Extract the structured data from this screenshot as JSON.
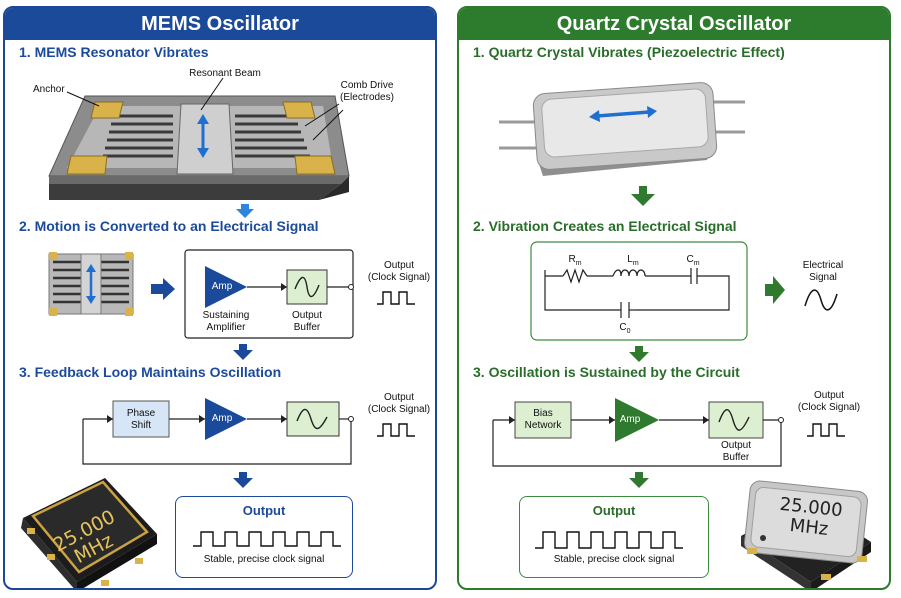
{
  "mems": {
    "title": "MEMS Oscillator",
    "step1": "1. MEMS Resonator Vibrates",
    "step2": "2. Motion is Converted to an Electrical Signal",
    "step3": "3. Feedback Loop Maintains Oscillation",
    "labels": {
      "anchor": "Anchor",
      "resonant_beam": "Resonant Beam",
      "comb_drive": "Comb Drive",
      "electrodes": "(Electrodes)",
      "amp": "Amp",
      "sustaining": "Sustaining",
      "amplifier": "Amplifier",
      "output": "Output",
      "buffer": "Buffer",
      "output_head": "Output",
      "clock_signal": "(Clock Signal)",
      "phase": "Phase",
      "shift": "Shift",
      "output3": "Output",
      "clock_signal3": "(Clock Signal)"
    },
    "output_box": {
      "title": "Output",
      "subtitle": "Stable, precise clock signal"
    },
    "chip": {
      "line1": "25.000",
      "line2": "MHz"
    }
  },
  "quartz": {
    "title": "Quartz Crystal Oscillator",
    "step1": "1. Quartz Crystal Vibrates (Piezoelectric Effect)",
    "step2": "2. Vibration Creates an Electrical Signal",
    "step3": "3. Oscillation is Sustained by the Circuit",
    "labels": {
      "rm": "R",
      "rm_sub": "m",
      "lm": "L",
      "lm_sub": "m",
      "cm": "C",
      "cm_sub": "m",
      "c0": "C",
      "c0_sub": "0",
      "electrical": "Electrical",
      "signal": "Signal",
      "bias": "Bias",
      "network": "Network",
      "amp": "Amp",
      "output": "Output",
      "clock_signal": "(Clock Signal)",
      "output_buf": "Output",
      "buffer": "Buffer"
    },
    "output_box": {
      "title": "Output",
      "subtitle": "Stable, precise clock signal"
    },
    "chip": {
      "line1": "25.000",
      "line2": "MHz"
    }
  },
  "colors": {
    "mems_accent": "#1c4a9b",
    "quartz_accent": "#2d7b2d",
    "gold": "#d9b24a",
    "light_green": "#dcefd0",
    "light_blue": "#d6e6f7"
  }
}
